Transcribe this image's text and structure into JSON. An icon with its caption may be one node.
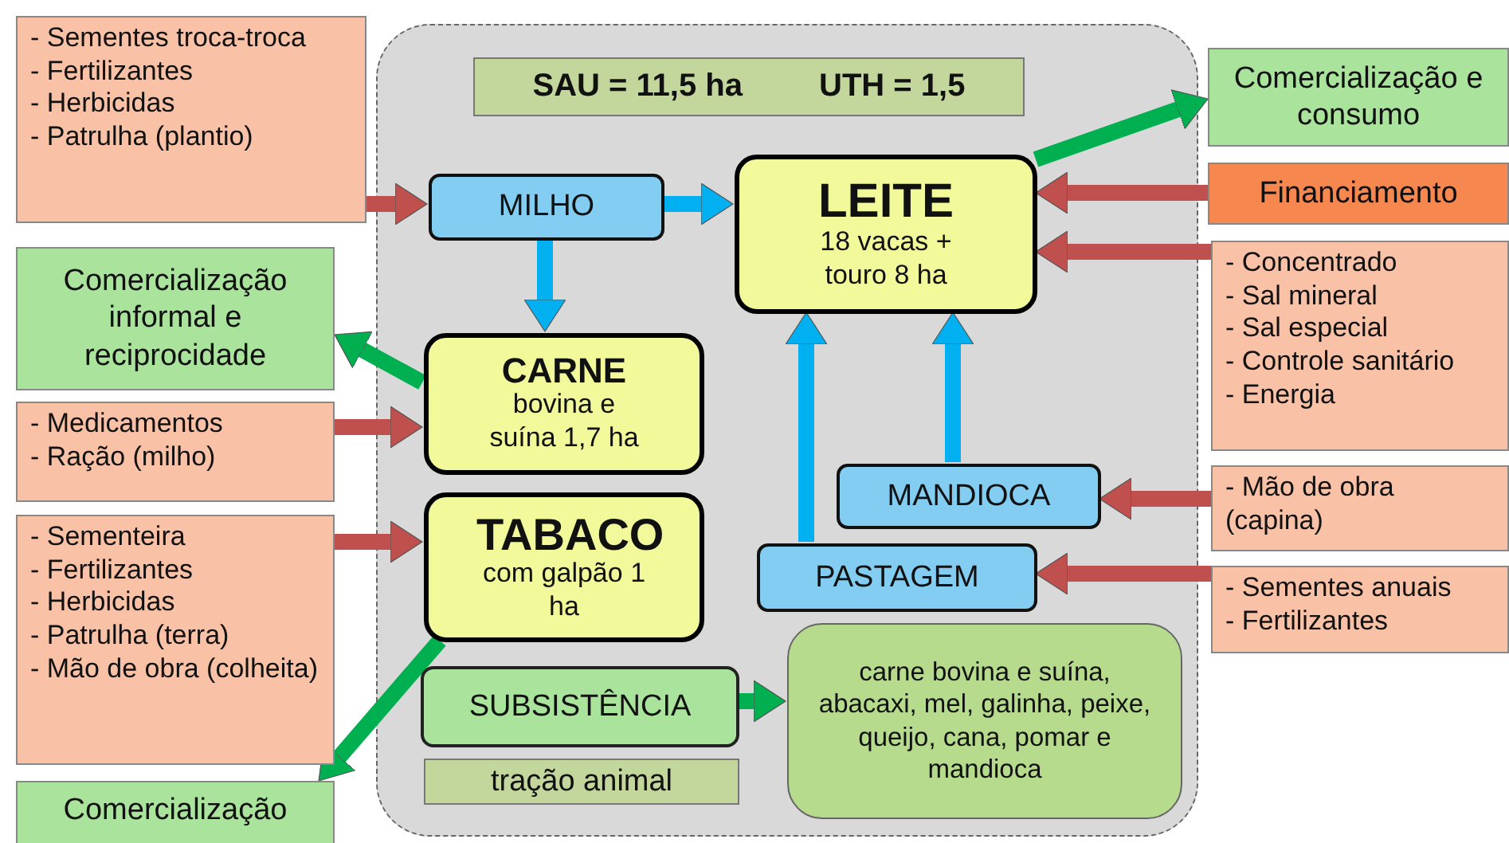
{
  "diagram": {
    "nodes": [
      {
        "text": [],
        "shape": "box"
      },
      {
        "text": [
          "SAU = 11,5 ha",
          "UTH = 1,5"
        ],
        "in": 0
      },
      {
        "text": [
          "- Sementes troca-troca",
          "- Fertilizantes",
          "- Herbicidas",
          "- Patrulha (plantio)"
        ]
      },
      {
        "text": [
          "MILHO"
        ],
        "in": 0
      },
      {
        "text": [
          "LEITE",
          "18 vacas + touro 8 ha"
        ],
        "in": 0
      },
      {
        "text": [
          "Comercialização e consumo"
        ]
      },
      {
        "text": [
          "Financiamento"
        ]
      },
      {
        "text": [
          "- Concentrado",
          "- Sal mineral",
          "- Sal especial",
          "- Controle sanitário",
          "- Energia"
        ]
      },
      {
        "text": [
          "Comercialização informal e reciprocidade"
        ]
      },
      {
        "text": [
          "CARNE",
          "bovina e suína 1,7 ha"
        ],
        "in": 0
      },
      {
        "text": [
          "- Medicamentos",
          "- Ração (milho)"
        ]
      },
      {
        "text": [
          "- Sementeira",
          "- Fertilizantes",
          "- Herbicidas",
          "- Patrulha (terra)",
          "- Mão de obra (colheita)"
        ]
      },
      {
        "text": [
          "TABACO",
          "com galpão 1 ha"
        ],
        "in": 0
      },
      {
        "text": [
          "MANDIOCA"
        ],
        "in": 0
      },
      {
        "text": [
          "- Mão de obra (capina)"
        ]
      },
      {
        "text": [
          "PASTAGEM"
        ],
        "in": 0
      },
      {
        "text": [
          "- Sementes anuais",
          "- Fertilizantes"
        ]
      },
      {
        "text": [
          "SUBSISTÊNCIA"
        ],
        "in": 0
      },
      {
        "text": [
          "carne bovina e suína, abacaxi, mel, galinha, peixe, queijo, cana, pomar e mandioca"
        ],
        "in": 0
      },
      {
        "text": [
          "tração animal"
        ],
        "in": 0
      },
      {
        "text": [
          "Comercialização"
        ]
      }
    ],
    "edges": [
      {
        "from": 2,
        "to": 3,
        "arrow": "to"
      },
      {
        "from": 3,
        "to": 4,
        "arrow": "to",
        "color": "#00b0f0"
      },
      {
        "from": 3,
        "to": 9,
        "arrow": "to",
        "color": "#00b0f0"
      },
      {
        "from": 4,
        "to": 5,
        "arrow": "to",
        "color": "#00b050"
      },
      {
        "from": 6,
        "to": 4,
        "arrow": "to"
      },
      {
        "from": 7,
        "to": 4,
        "arrow": "to"
      },
      {
        "from": 9,
        "to": 8,
        "arrow": "to",
        "color": "#00b050"
      },
      {
        "from": 10,
        "to": 9,
        "arrow": "to"
      },
      {
        "from": 11,
        "to": 12,
        "arrow": "to"
      },
      {
        "from": 13,
        "to": 4,
        "arrow": "to",
        "color": "#00b0f0"
      },
      {
        "from": 15,
        "to": 4,
        "arrow": "to",
        "color": "#00b0f0"
      },
      {
        "from": 14,
        "to": 13,
        "arrow": "to"
      },
      {
        "from": 16,
        "to": 15,
        "arrow": "to"
      },
      {
        "from": 17,
        "to": 18,
        "arrow": "to",
        "color": "#00b050"
      },
      {
        "from": 12,
        "to": 20,
        "arrow": "to",
        "color": "#00b050"
      }
    ]
  }
}
